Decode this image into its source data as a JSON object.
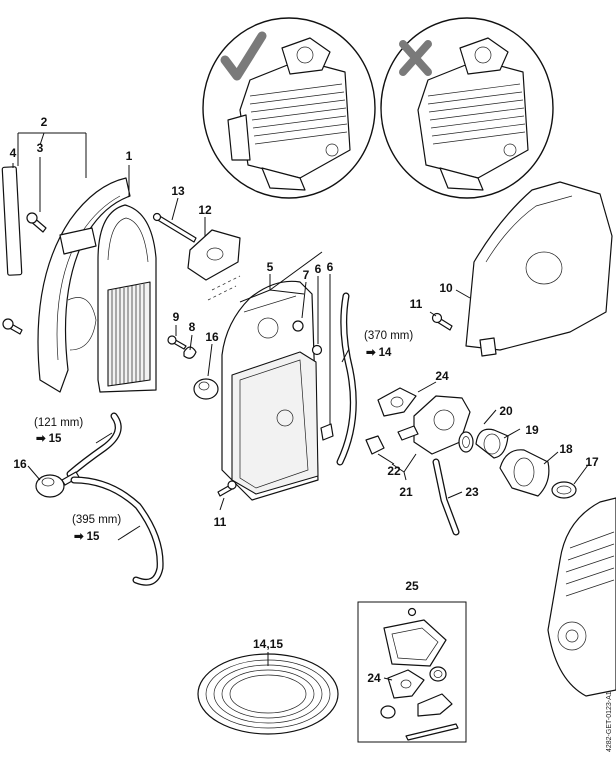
{
  "labels": {
    "l1": "1",
    "l2": "2",
    "l3": "3",
    "l4": "4",
    "l5": "5",
    "l6a": "6",
    "l6b": "6",
    "l7": "7",
    "l8": "8",
    "l9": "9",
    "l10": "10",
    "l11a": "11",
    "l11b": "11",
    "l12": "12",
    "l13": "13",
    "l14_15": "14,15",
    "l16a": "16",
    "l16b": "16",
    "l17": "17",
    "l18": "18",
    "l19": "19",
    "l20": "20",
    "l21": "21",
    "l22": "22",
    "l23": "23",
    "l24a": "24",
    "l24b": "24",
    "l25": "25"
  },
  "callouts": {
    "hose_370": {
      "length": "(370 mm)",
      "ref": "14"
    },
    "hose_121": {
      "length": "(121 mm)",
      "ref": "15"
    },
    "hose_395": {
      "length": "(395 mm)",
      "ref": "15"
    }
  },
  "arrow_glyph": "➡",
  "inset_marks": {
    "correct": "✔",
    "incorrect": "✘"
  },
  "drawing_code": "4282-GET-0123-A1",
  "colors": {
    "line": "#111111",
    "mark": "#7a7a7a",
    "paper": "#ffffff"
  }
}
